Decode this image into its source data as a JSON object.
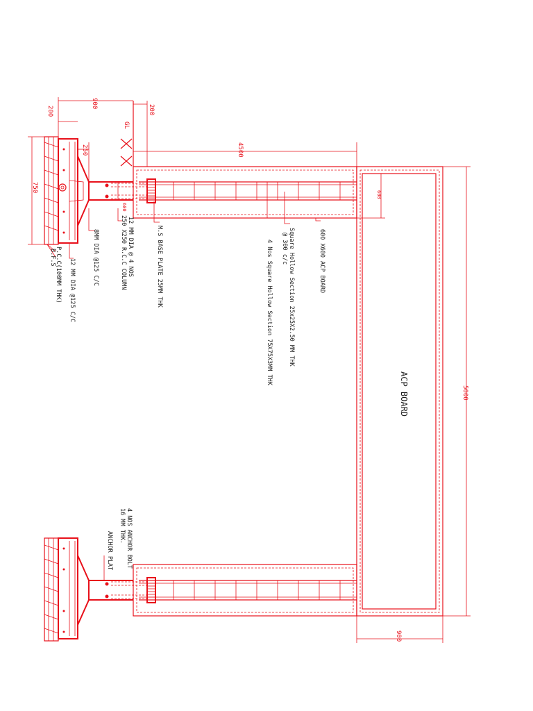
{
  "dimensions": {
    "d900_top": "900",
    "d200_left": "200",
    "d200_right": "200",
    "d250": "250",
    "d750": "750",
    "d4500": "4500",
    "d600_small": "600",
    "d600_right": "600",
    "d5000": "5000",
    "d900_bottom": "900",
    "gl": "GL"
  },
  "labels": {
    "acp_board_600": "600 X600 ACP BOARD",
    "shs_25_line1": "Square Hollow Section 25x25X2.50 MM THK",
    "shs_25_line2": "@ 300 c/c",
    "shs_75": "4 Nos Square Hollow Section 75X75X3MM THK",
    "base_plate": "M.S BASE PLATE 25MM THK",
    "bars_12mm": "12 MM DIA @ 4 NOS",
    "rcc_column": "250 X250 R.C.C COLUMN",
    "dia_8mm": "8MM DIA @125 C/C",
    "dia_12mm": "12 MM DIA @125 C/C",
    "pcc": "P.C.C(100MM THK)",
    "bfs": "B.F.S",
    "anchor_line1": "4 NOS ANCHOR BOLT",
    "anchor_line2": "16 MM THK.",
    "anchor_line3": "ANCHOR PLAT",
    "acp_board_main": "ACP BOARD"
  }
}
